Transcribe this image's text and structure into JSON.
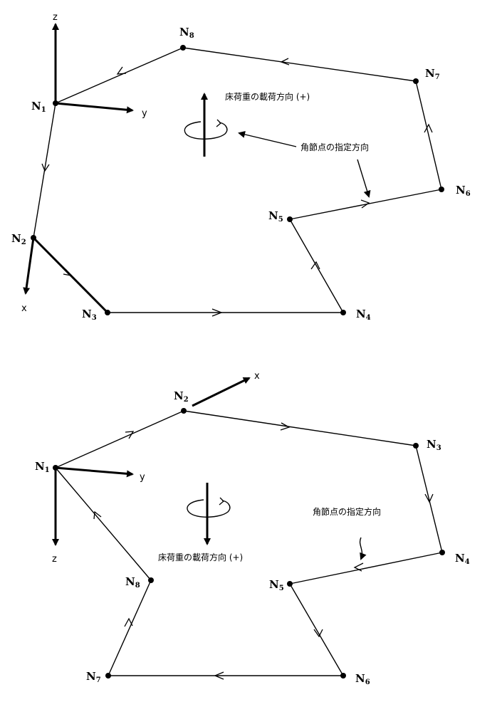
{
  "top": {
    "nodes": [
      {
        "letter": "N",
        "index": "1"
      },
      {
        "letter": "N",
        "index": "2"
      },
      {
        "letter": "N",
        "index": "3"
      },
      {
        "letter": "N",
        "index": "4"
      },
      {
        "letter": "N",
        "index": "5"
      },
      {
        "letter": "N",
        "index": "6"
      },
      {
        "letter": "N",
        "index": "7"
      },
      {
        "letter": "N",
        "index": "8"
      }
    ],
    "axes": {
      "x": "x",
      "y": "y",
      "z": "z"
    },
    "load_direction_label": "床荷重の載荷方向 (+)",
    "corner_order_label": "角節点の指定方向"
  },
  "bottom": {
    "nodes": [
      {
        "letter": "N",
        "index": "1"
      },
      {
        "letter": "N",
        "index": "2"
      },
      {
        "letter": "N",
        "index": "3"
      },
      {
        "letter": "N",
        "index": "4"
      },
      {
        "letter": "N",
        "index": "5"
      },
      {
        "letter": "N",
        "index": "6"
      },
      {
        "letter": "N",
        "index": "7"
      },
      {
        "letter": "N",
        "index": "8"
      }
    ],
    "axes": {
      "x": "x",
      "y": "y",
      "z": "z"
    },
    "load_direction_label": "床荷重の載荷方向 (+)",
    "corner_order_label": "角節点の指定方向"
  }
}
